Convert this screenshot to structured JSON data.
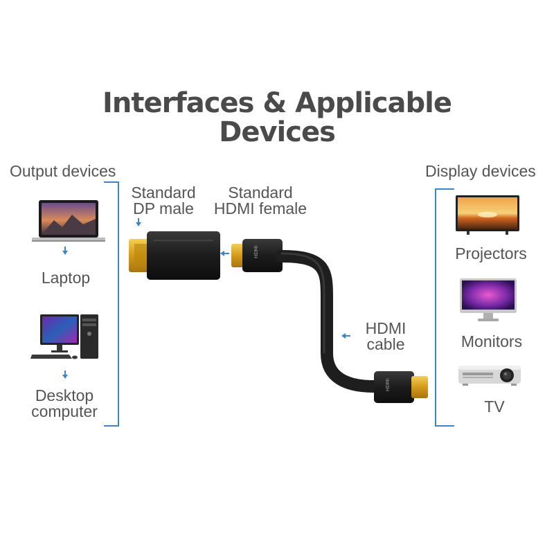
{
  "title": {
    "line1": "Interfaces & Applicable",
    "line2": "Devices"
  },
  "left_panel": {
    "heading": "Output devices",
    "items": [
      {
        "label": "Laptop",
        "icon": "laptop-icon"
      },
      {
        "label_line1": "Desktop",
        "label_line2": "computer",
        "icon": "desktop-computer-icon"
      }
    ]
  },
  "connectors": {
    "dp_male": {
      "line1": "Standard",
      "line2": "DP male"
    },
    "hdmi_female": {
      "line1": "Standard",
      "line2": "HDMI female"
    },
    "hdmi_cable": {
      "line1": "HDMI",
      "line2": "cable"
    }
  },
  "right_panel": {
    "heading": "Display devices",
    "items": [
      {
        "label": "Projectors",
        "icon": "tv-icon"
      },
      {
        "label": "Monitors",
        "icon": "monitor-icon"
      },
      {
        "label": "TV",
        "icon": "projector-icon"
      }
    ]
  },
  "colors": {
    "accent": "#3a86c8",
    "text": "#4a4a4a",
    "connector_gold": "#d9a520",
    "cable_black": "#1e1e1e"
  }
}
